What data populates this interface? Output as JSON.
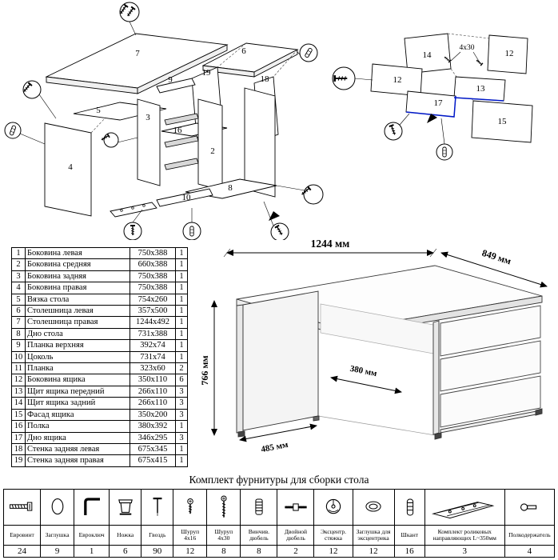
{
  "exploded_main": {
    "part_labels": {
      "p7": "7",
      "p6": "6",
      "p19": "19",
      "p18": "18",
      "p9": "9",
      "p5": "5",
      "p4": "4",
      "p3": "3",
      "p16": "16",
      "p2": "2",
      "p8": "8",
      "p10": "10"
    }
  },
  "exploded_drawer": {
    "part_labels": {
      "p14": "14",
      "p12a": "12",
      "p12b": "12",
      "p13": "13",
      "p17": "17",
      "p15": "15"
    },
    "screw_note": "4x30"
  },
  "desk": {
    "dims": {
      "width": "1244 мм",
      "depth": "849 мм",
      "height": "766 мм",
      "inner_depth": "380 мм",
      "front_depth": "485 мм"
    }
  },
  "parts_table": {
    "rows": [
      {
        "n": "1",
        "name": "Боковина левая",
        "size": "750x388",
        "qty": "1"
      },
      {
        "n": "2",
        "name": "Боковина средняя",
        "size": "660x388",
        "qty": "1"
      },
      {
        "n": "3",
        "name": "Боковина задняя",
        "size": "750x388",
        "qty": "1"
      },
      {
        "n": "4",
        "name": "Боковина правая",
        "size": "750x388",
        "qty": "1"
      },
      {
        "n": "5",
        "name": "Вязка стола",
        "size": "754x260",
        "qty": "1"
      },
      {
        "n": "6",
        "name": "Столешница левая",
        "size": "357x500",
        "qty": "1"
      },
      {
        "n": "7",
        "name": "Столешница правая",
        "size": "1244x492",
        "qty": "1"
      },
      {
        "n": "8",
        "name": "Дно стола",
        "size": "731x388",
        "qty": "1"
      },
      {
        "n": "9",
        "name": "Планка верхняя",
        "size": "392x74",
        "qty": "1"
      },
      {
        "n": "10",
        "name": "Цоколь",
        "size": "731x74",
        "qty": "1"
      },
      {
        "n": "11",
        "name": "Планка",
        "size": "323x60",
        "qty": "2"
      },
      {
        "n": "12",
        "name": "Боковина ящика",
        "size": "350x110",
        "qty": "6"
      },
      {
        "n": "13",
        "name": "Щит ящика передний",
        "size": "266x110",
        "qty": "3"
      },
      {
        "n": "14",
        "name": "Щит ящика задний",
        "size": "266x110",
        "qty": "3"
      },
      {
        "n": "15",
        "name": "Фасад ящика",
        "size": "350x200",
        "qty": "3"
      },
      {
        "n": "16",
        "name": "Полка",
        "size": "380x392",
        "qty": "1"
      },
      {
        "n": "17",
        "name": "Дно ящика",
        "size": "346x295",
        "qty": "3"
      },
      {
        "n": "18",
        "name": "Стенка задняя левая",
        "size": "675x345",
        "qty": "1"
      },
      {
        "n": "19",
        "name": "Стенка задняя правая",
        "size": "675x415",
        "qty": "1"
      }
    ]
  },
  "hardware": {
    "title": "Комплект фурнитуры для сборки стола",
    "items": [
      {
        "icon": "euroscrew-icon",
        "label": "Евровинт",
        "qty": "24"
      },
      {
        "icon": "cap-icon",
        "label": "Заглушка",
        "qty": "9"
      },
      {
        "icon": "hexkey-icon",
        "label": "Евроключ",
        "qty": "1"
      },
      {
        "icon": "leg-icon",
        "label": "Ножка",
        "qty": "6"
      },
      {
        "icon": "nail-icon",
        "label": "Гвоздь",
        "qty": "90"
      },
      {
        "icon": "screw-short-icon",
        "label": "Шуруп 4x16",
        "qty": "12"
      },
      {
        "icon": "screw-long-icon",
        "label": "Шуруп 4x30",
        "qty": "8"
      },
      {
        "icon": "threaded-dowel-icon",
        "label": "Винчив. дюбель",
        "qty": "8"
      },
      {
        "icon": "double-dowel-icon",
        "label": "Двойной дюбель",
        "qty": "2"
      },
      {
        "icon": "cam-lock-icon",
        "label": "Эксцентр. стяжка",
        "qty": "12"
      },
      {
        "icon": "cam-cap-icon",
        "label": "Заглушка для эксцентрика",
        "qty": "12"
      },
      {
        "icon": "dowel-icon",
        "label": "Шкант",
        "qty": "16"
      },
      {
        "icon": "drawer-slides-icon",
        "label": "Комплект роликовых направляющих L~350мм",
        "qty": "3"
      },
      {
        "icon": "shelf-support-icon",
        "label": "Полкодержатель",
        "qty": "4"
      }
    ]
  }
}
